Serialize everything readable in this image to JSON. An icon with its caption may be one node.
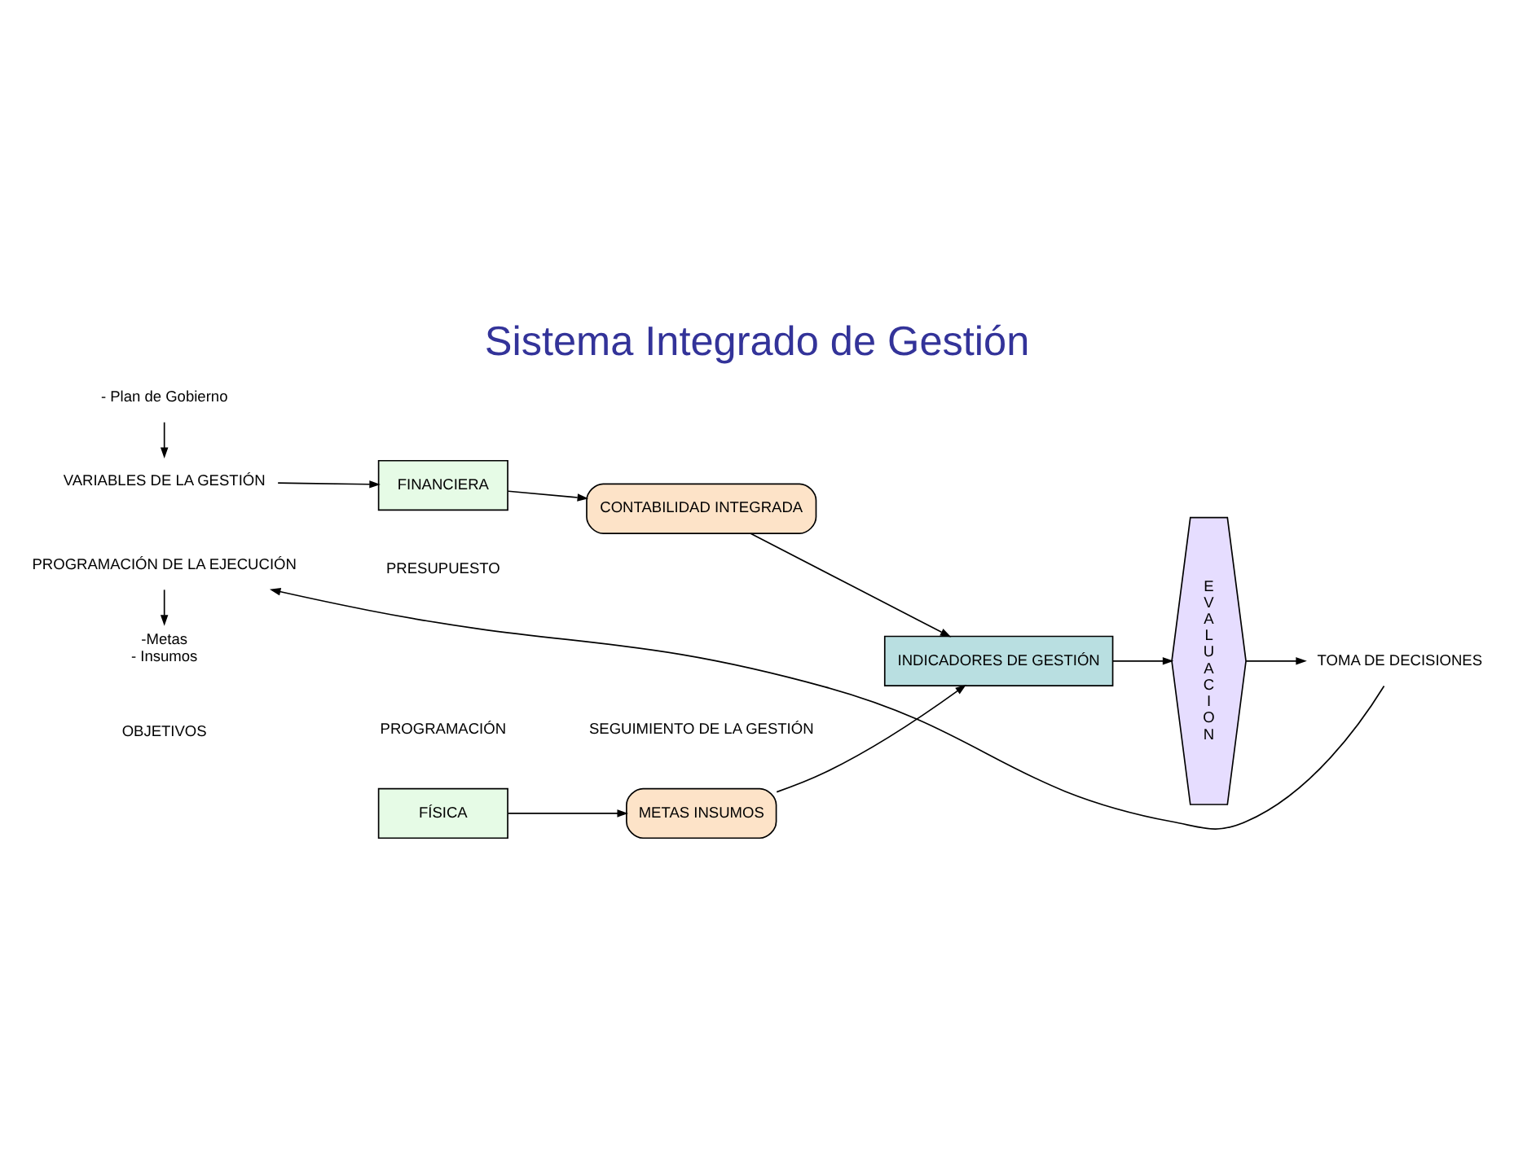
{
  "diagram": {
    "title": "Sistema Integrado de Gestión",
    "nodes": [
      {
        "text": [
          "- Plan de Gobierno"
        ]
      },
      {
        "text": [
          "VARIABLES DE LA GESTIÓN"
        ]
      },
      {
        "text": [
          "FÍSICA"
        ]
      },
      {
        "text": [
          "FINANCIERA"
        ]
      },
      {
        "text": [
          "METAS INSUMOS"
        ]
      },
      {
        "text": [
          "CONTABILIDAD INTEGRADA"
        ]
      },
      {
        "text": [
          "INDICADORES DE GESTIÓN"
        ]
      },
      {
        "text": [
          "E V A L U A C I O N"
        ]
      },
      {
        "text": [
          "TOMA DE DECISIONES"
        ]
      },
      {
        "text": [
          "PROGRAMACIÓN DE LA EJECUCIÓN"
        ]
      },
      {
        "text": [
          "-Metas",
          "- Insumos"
        ]
      }
    ],
    "edges": [
      {
        "from": 0,
        "to": 1,
        "arrow": "to"
      },
      {
        "from": 1,
        "to": 3,
        "arrow": "to"
      },
      {
        "from": 2,
        "to": 4,
        "arrow": "to"
      },
      {
        "from": 3,
        "to": 5,
        "arrow": "to"
      },
      {
        "from": 4,
        "to": 6,
        "arrow": "to"
      },
      {
        "from": 5,
        "to": 6,
        "arrow": "to"
      },
      {
        "from": 6,
        "to": 7,
        "arrow": "to"
      },
      {
        "from": 7,
        "to": 8,
        "arrow": "to"
      },
      {
        "from": 8,
        "to": 9,
        "arrow": "to"
      },
      {
        "from": 9,
        "to": 10,
        "arrow": "to"
      }
    ],
    "labels": [
      "OBJETIVOS",
      "PROGRAMACIÓN",
      "SEGUIMIENTO DE LA GESTIÓN",
      "PRESUPUESTO"
    ]
  }
}
